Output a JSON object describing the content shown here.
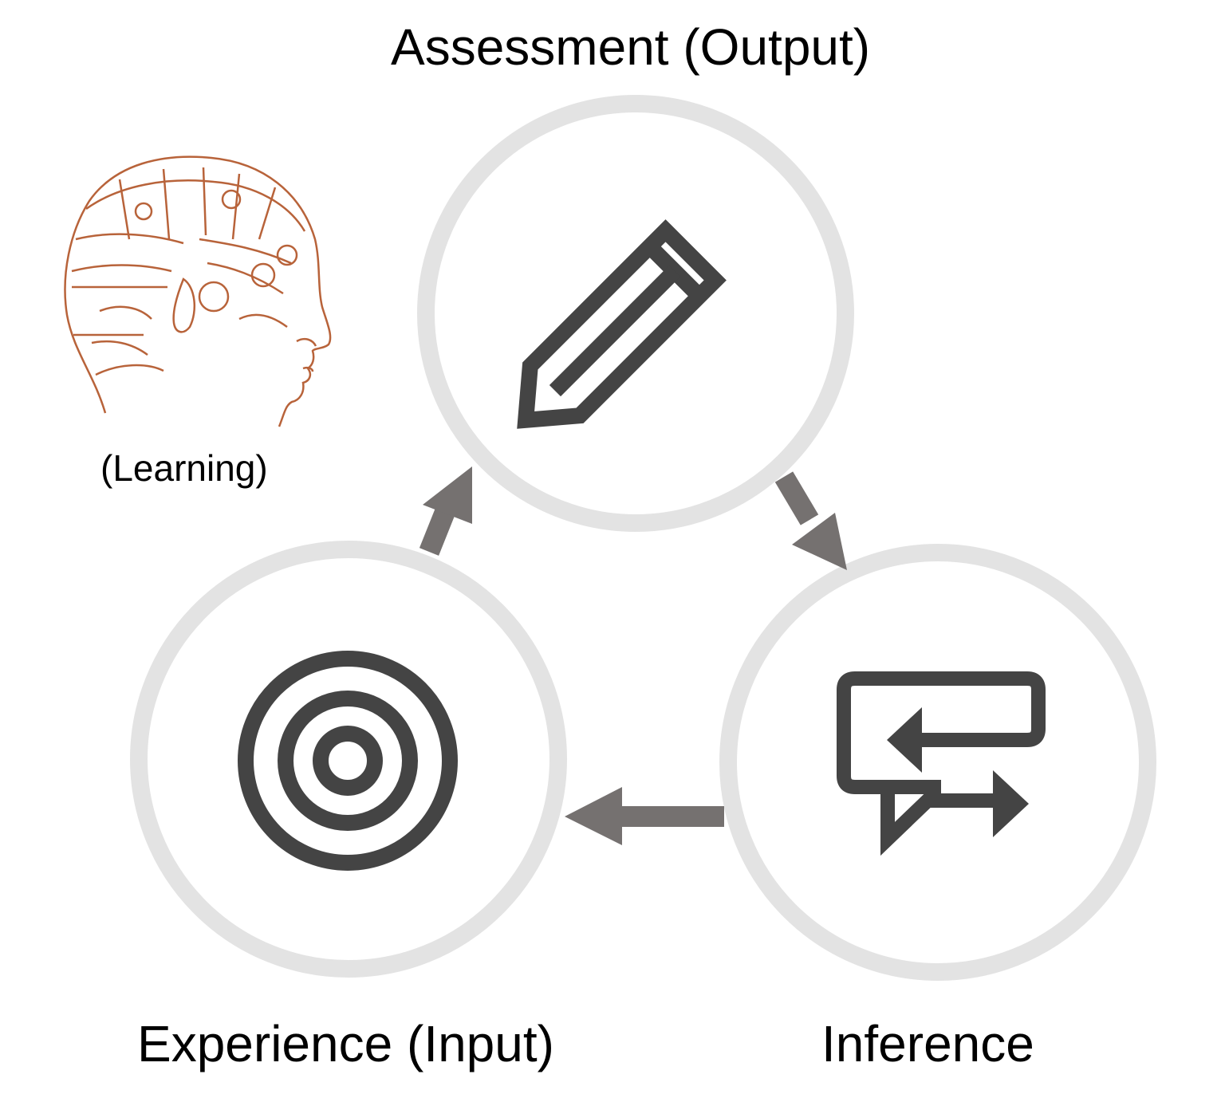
{
  "diagram": {
    "title": "Assessment (Output)",
    "side_label": "(Learning)",
    "nodes": [
      {
        "id": "assessment",
        "label": "Assessment (Output)",
        "icon": "pencil-icon"
      },
      {
        "id": "inference",
        "label": "Inference",
        "icon": "chat-exchange-icon"
      },
      {
        "id": "experience",
        "label": "Experience (Input)",
        "icon": "target-icon"
      }
    ],
    "edges": [
      {
        "from": "experience",
        "to": "assessment"
      },
      {
        "from": "assessment",
        "to": "inference"
      },
      {
        "from": "inference",
        "to": "experience"
      }
    ],
    "decoration": "phrenology-head-icon",
    "colors": {
      "ring": "#e3e3e3",
      "icon": "#444444",
      "arrow": "#757170",
      "head": "#b8633a"
    }
  }
}
